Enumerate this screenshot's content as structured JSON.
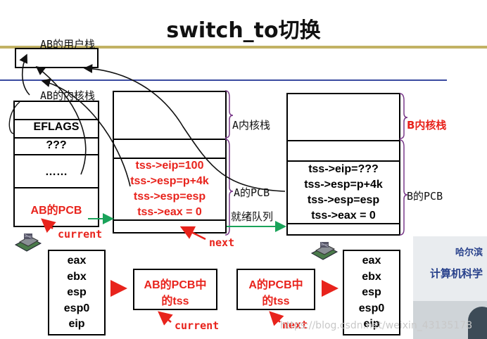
{
  "title": "switch_to切换",
  "labels": {
    "ab_user_stack": "AB的用户栈",
    "ab_kernel_stack": "AB的内核栈",
    "a_kernel_stack": "A内核栈",
    "b_kernel_stack": "B内核栈",
    "a_pcb": "A的PCB",
    "b_pcb": "B的PCB",
    "ready_queue": "就绪队列",
    "current_top": "current",
    "next_top": "next",
    "current_bottom": "current",
    "next_bottom": "next"
  },
  "ab_stack": {
    "rows": [
      "EFLAGS",
      "???",
      "……"
    ],
    "pcb": "AB的PCB"
  },
  "a_stack": {
    "tss": [
      "tss->eip=100",
      "tss->esp=p+4k",
      "tss->esp=esp",
      "tss->eax = 0"
    ]
  },
  "b_stack": {
    "tss": [
      "tss->eip=???",
      "tss->esp=p+4k",
      "tss->esp=esp",
      "tss->eax = 0"
    ]
  },
  "registers_left": [
    "eax",
    "ebx",
    "esp",
    "esp0",
    "eip"
  ],
  "registers_right": [
    "eax",
    "ebx",
    "esp",
    "esp0",
    "eip"
  ],
  "tss_boxes": {
    "ab": [
      "AB的PCB中",
      "的tss"
    ],
    "a": [
      "A的PCB中",
      "的tss"
    ]
  },
  "photo_text": [
    "哈尔滨",
    "计算机科学"
  ],
  "watermark": "https://blog.csdn.net/weixin_43135178",
  "colors": {
    "accent_red": "#e8231c",
    "arrow_green": "#1aa35a",
    "olive_line": "#c2b264",
    "blue_line": "#3a4aa0"
  }
}
